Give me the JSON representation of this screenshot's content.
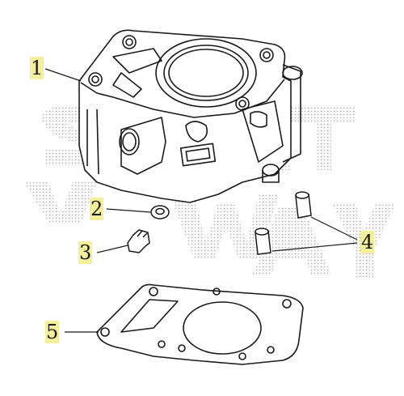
{
  "callouts": [
    {
      "id": "1",
      "label": "1"
    },
    {
      "id": "2",
      "label": "2"
    },
    {
      "id": "3",
      "label": "3"
    },
    {
      "id": "4",
      "label": "4"
    },
    {
      "id": "5",
      "label": "5"
    }
  ],
  "colors": {
    "line": "#1a1a1a",
    "watermark": "#9a9a9a",
    "label_highlight": "#f3ef9a",
    "background": "#ffffff"
  }
}
